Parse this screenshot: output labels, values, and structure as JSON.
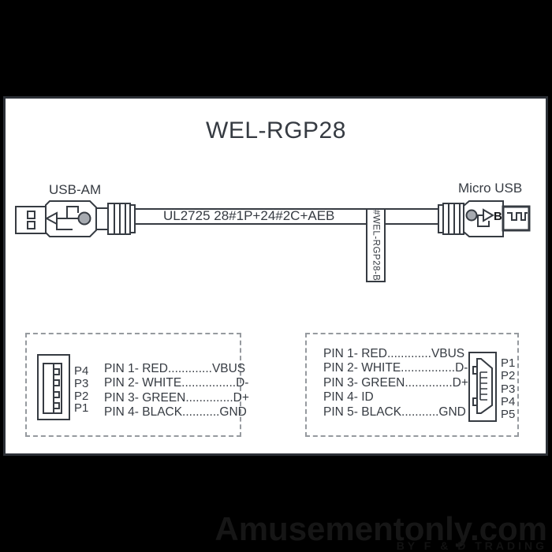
{
  "title": "WEL-RGP28",
  "cable": {
    "left_label": "USB-AM",
    "right_label": "Micro USB",
    "marking": "UL2725  28#1P+24#2C+AEB",
    "tag": "#WEL-RGP28-B",
    "b_letter": "B"
  },
  "left_box": {
    "pin_labels": [
      "P4",
      "P3",
      "P2",
      "P1"
    ],
    "pins": [
      "PIN 1- RED.............VBUS",
      "PIN 2- WHITE................D-",
      "PIN 3- GREEN..............D+",
      "PIN 4- BLACK...........GND"
    ]
  },
  "right_box": {
    "pins": [
      "PIN 1- RED.............VBUS",
      "PIN 2- WHITE................D-",
      "PIN 3- GREEN..............D+",
      "PIN 4- ID",
      "PIN 5- BLACK...........GND"
    ],
    "pin_labels": [
      "P1",
      "P2",
      "P3",
      "P4",
      "P5"
    ]
  },
  "watermark": {
    "line1": "Amusementonly.com",
    "line2": "BY F & D TRADING"
  },
  "colors": {
    "line": "#363b42",
    "dash": "#969a9f",
    "circle_fill": "#a6aab0",
    "panel_border": "#2c3036"
  }
}
